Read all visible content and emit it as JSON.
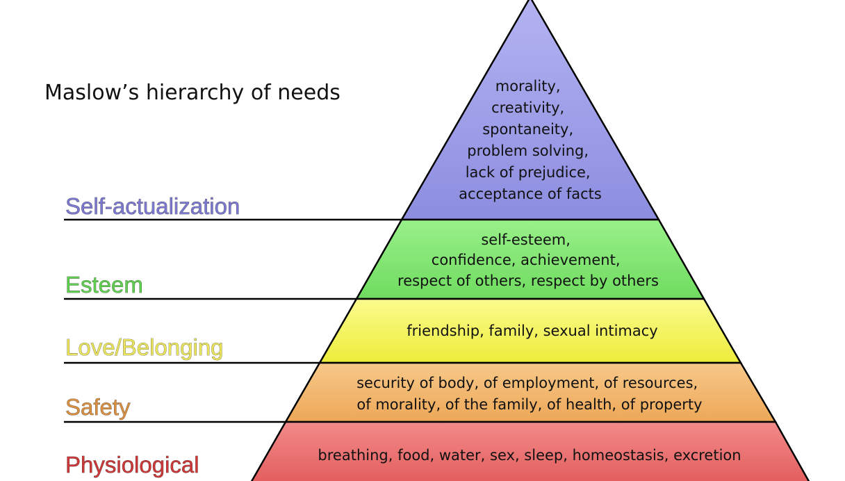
{
  "title": "Maslow’s hierarchy of needs",
  "levels": [
    {
      "label": "Self-actualization",
      "label_color": "#7b78cf",
      "fill_top": "#b3b3f2",
      "fill_bottom": "#8d8de0",
      "needs": [
        "morality,",
        "creativity,",
        "spontaneity,",
        "problem solving,",
        "lack of prejudice,",
        "acceptance of facts"
      ]
    },
    {
      "label": "Esteem",
      "label_color": "#5fcf4f",
      "fill_top": "#99f08a",
      "fill_bottom": "#6fdc5f",
      "needs": [
        "self-esteem,",
        "confidence, achievement,",
        "respect of others, respect by others"
      ]
    },
    {
      "label": "Love/Belonging",
      "label_color": "#e9e45a",
      "fill_top": "#fbfb8f",
      "fill_bottom": "#ecec3a",
      "needs": [
        "friendship, family, sexual intimacy"
      ]
    },
    {
      "label": "Safety",
      "label_color": "#d98f40",
      "fill_top": "#f7c98a",
      "fill_bottom": "#eda757",
      "needs": [
        "security of body, of employment, of resources,",
        "of morality, of the family, of health, of property"
      ]
    },
    {
      "label": "Physiological",
      "label_color": "#cc3838",
      "fill_top": "#f28a8a",
      "fill_bottom": "#e35d5d",
      "needs": [
        "breathing, food, water, sex, sleep, homeostasis, excretion"
      ]
    }
  ]
}
